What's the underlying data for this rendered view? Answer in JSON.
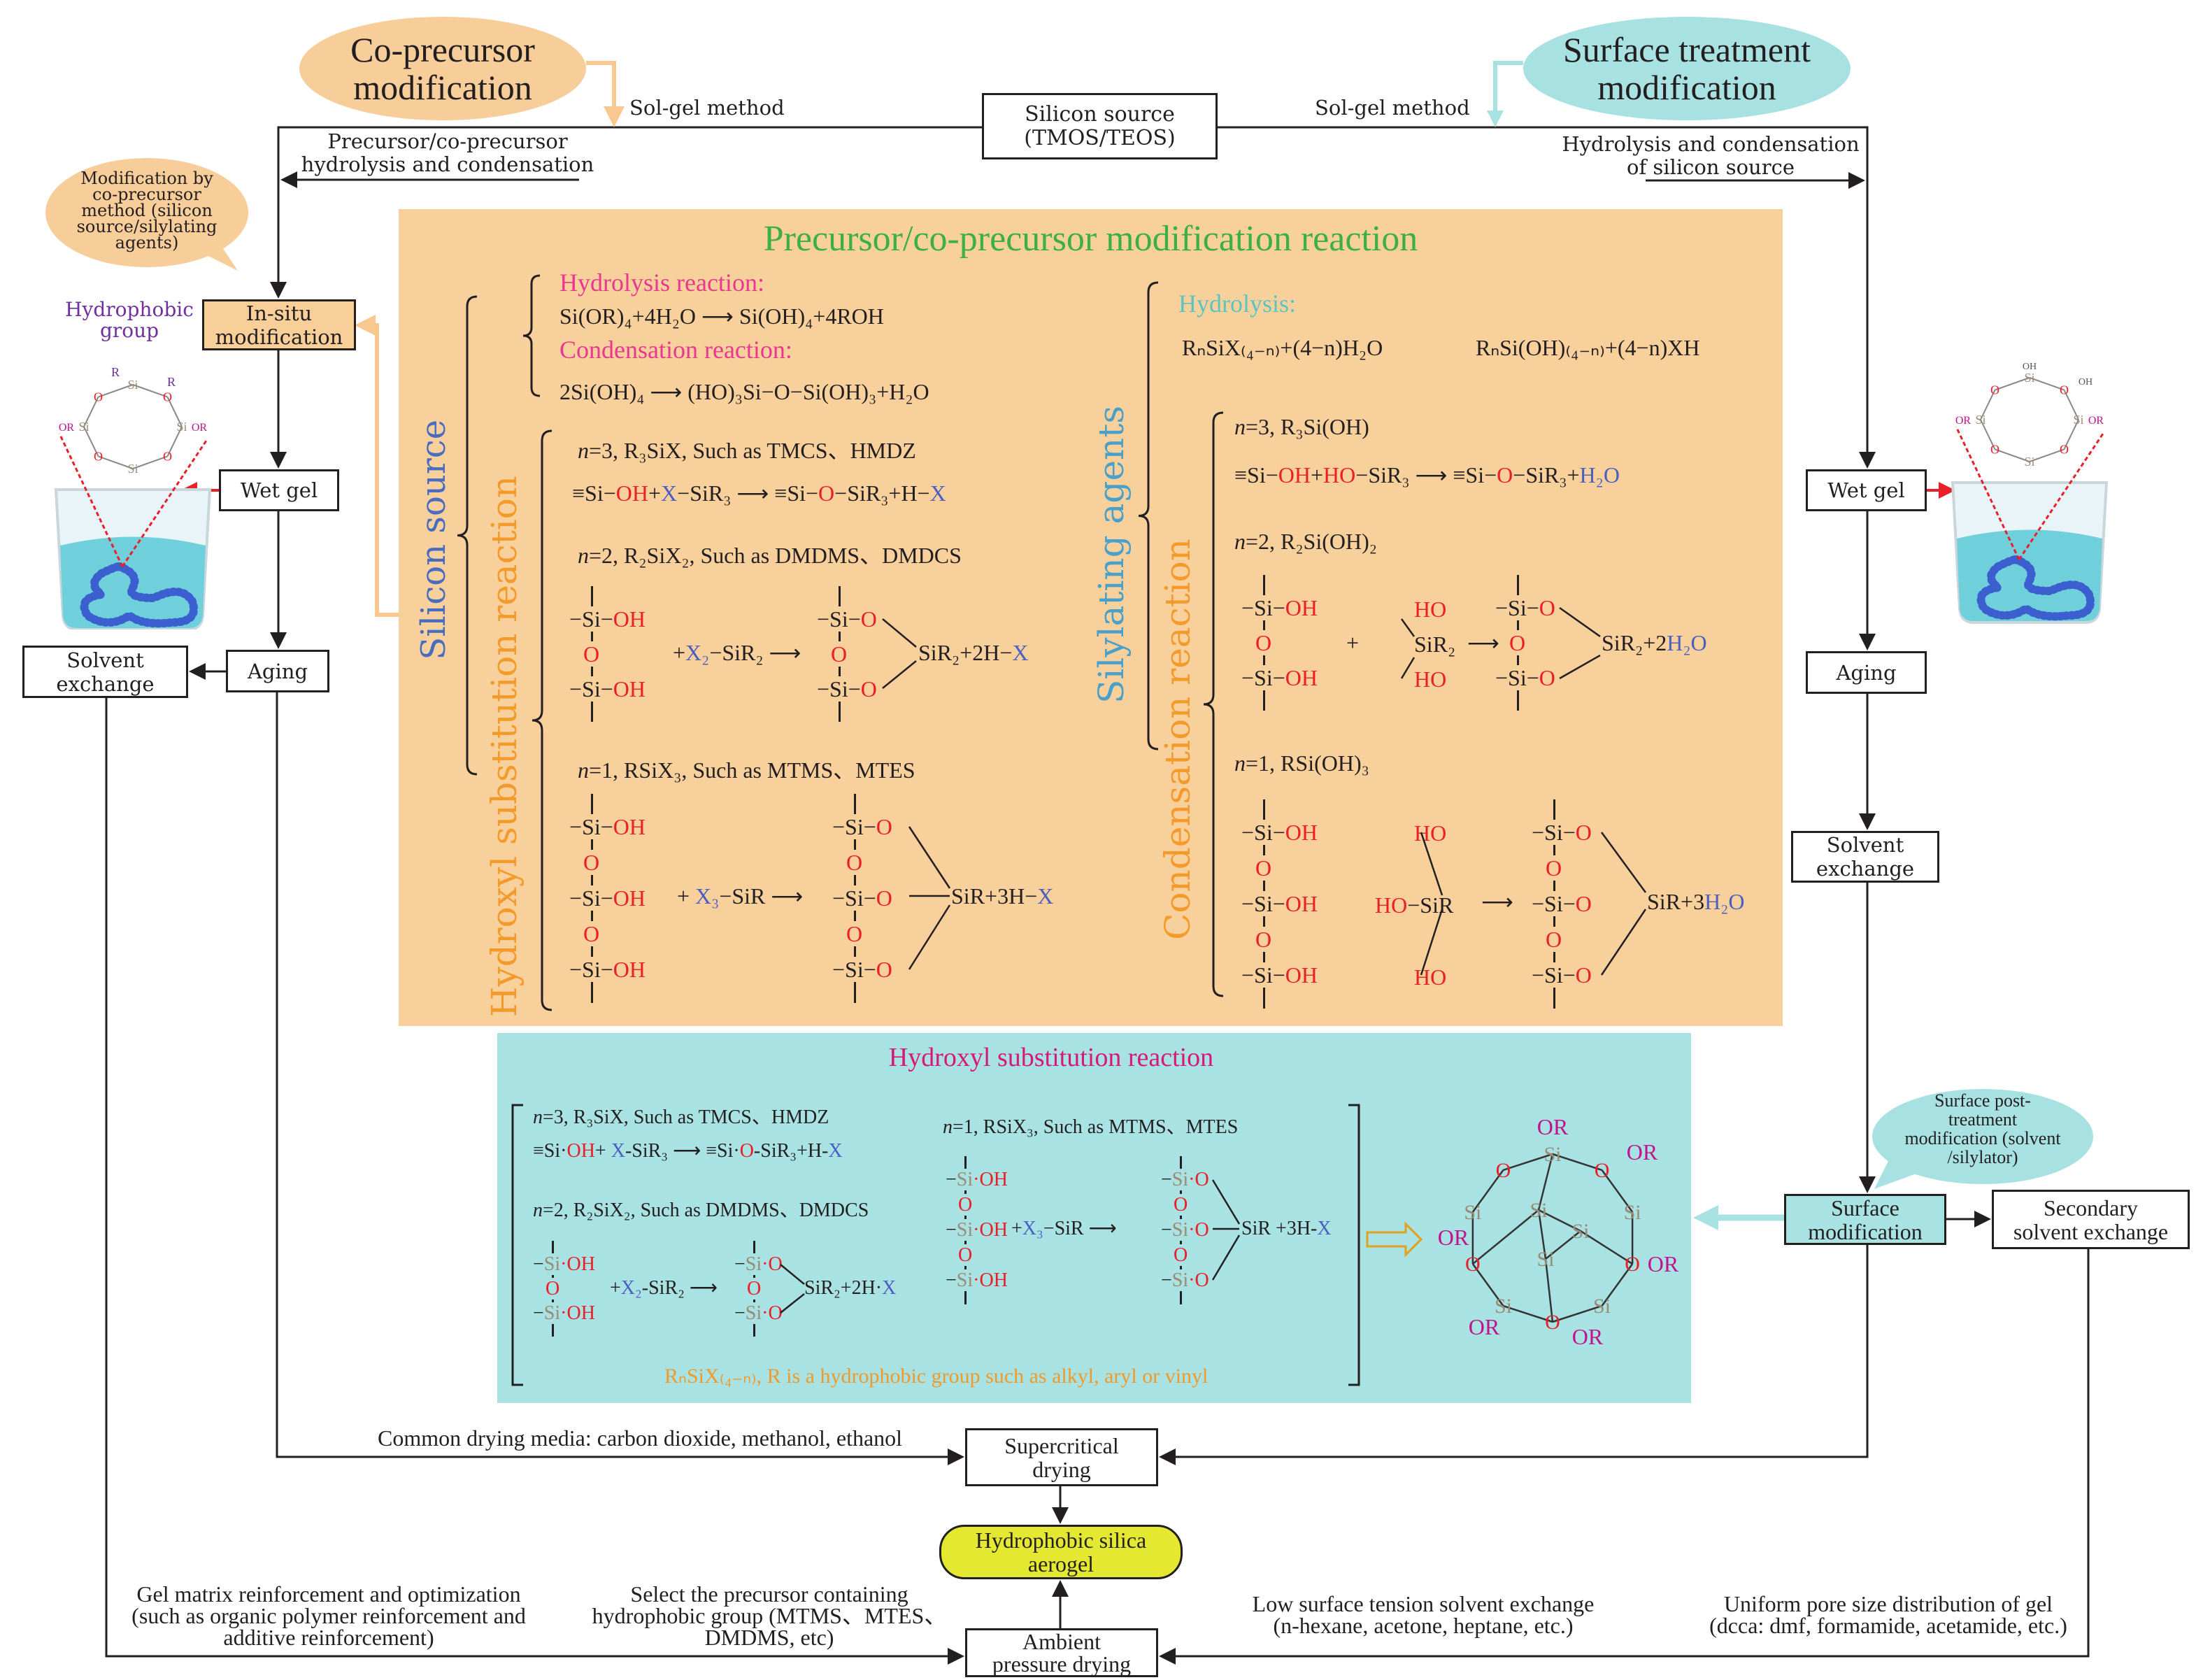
{
  "colors": {
    "orange_box": "#f8d09b",
    "cyan_box": "#a8e2e2",
    "aerogel": "#e5e830",
    "arrow_red": "#e8202a",
    "title_green": "#3cb043",
    "silicon_blue": "#4a6cc0",
    "hydroxyl_orange": "#f39a2a",
    "silylating_blue": "#4aa0c8",
    "pink": "#e6398f",
    "magenta": "#d6187a"
  },
  "flow": {
    "co_precursor_title": "Co-precursor\nmodification",
    "surface_title": "Surface treatment\nmodification",
    "silicon_source": "Silicon source\n(TMOS/TEOS)",
    "sol_gel_left": "Sol-gel method",
    "sol_gel_right": "Sol-gel method",
    "left_hydrolysis": "Precursor/co-precursor\nhydrolysis and condensation",
    "right_hydrolysis": "Hydrolysis and condensation\nof silicon source",
    "bubble_left": "Modification by\nco-precursor\nmethod (silicon\nsource/silylating\nagents)",
    "hydrophobic_group": "Hydrophobic\ngroup",
    "in_situ": "In-situ\nmodification",
    "wet_gel_left": "Wet gel",
    "aging_left": "Aging",
    "solvent_exchange_left": "Solvent\nexchange",
    "wet_gel_right": "Wet gel",
    "aging_right": "Aging",
    "solvent_exchange_right": "Solvent\nexchange",
    "bubble_right": "Surface post-\ntreatment\nmodification (solvent\n/silylator)",
    "surface_modification": "Surface\nmodification",
    "secondary": "Secondary\nsolvent exchange",
    "supercritical": "Supercritical\ndrying",
    "aerogel": "Hydrophobic silica\naerogel",
    "ambient": "Ambient\npressure drying",
    "drying_media": "Common drying media: carbon dioxide, methanol, ethanol",
    "gel_matrix": "Gel matrix reinforcement and optimization\n(such as organic polymer reinforcement and\nadditive reinforcement)",
    "select_precursor": "Select the precursor containing\nhydrophobic group (MTMS、MTES、\nDMDMS, etc)",
    "low_surface": "Low surface tension solvent exchange\n(n-hexane, acetone, heptane, etc.)",
    "uniform_pore": "Uniform pore size distribution of gel\n(dcca: dmf, formamide, acetamide, etc.)"
  },
  "molecule": {
    "r": "R",
    "si": "Si",
    "o": "O",
    "or": "OR",
    "oh": "OH"
  },
  "orange": {
    "title": "Precursor/co-precursor modification reaction",
    "silicon_source_label": "Silicon source",
    "hydroxyl_label": "Hydroxyl substitution reaction",
    "silylating_label": "Silylating agents",
    "condensation_label": "Condensation reaction",
    "hydrolysis_heading": "Hydrolysis reaction:",
    "hydrolysis_eq": [
      [
        "Si(OR)₄+4H₂O  ⟶  Si(OH)₄+4ROH",
        "k"
      ]
    ],
    "condensation_heading": "Condensation reaction:",
    "condensation_eq": [
      [
        "2Si(OH)₄ ⟶ (HO)₃Si−O−Si(OH)₃+H₂O",
        "k"
      ]
    ],
    "l_n3_label": [
      [
        "n",
        "i"
      ],
      [
        "=3, R₃SiX, Such as TMCS、HMDZ",
        "k"
      ]
    ],
    "l_n3_eq": [
      [
        "≡Si−",
        "k"
      ],
      [
        "OH",
        "r"
      ],
      [
        "+",
        "k"
      ],
      [
        "X",
        "b"
      ],
      [
        "−SiR₃  ⟶  ≡Si−",
        "k"
      ],
      [
        "O",
        "r"
      ],
      [
        "−SiR₃+H−",
        "k"
      ],
      [
        "X",
        "b"
      ]
    ],
    "l_n2_label": [
      [
        "n",
        "i"
      ],
      [
        "=2, R₂SiX₂, Such as DMDMS、DMDCS",
        "k"
      ]
    ],
    "l_n2_left": [
      [
        [
          "−Si−",
          "k"
        ],
        [
          "OH",
          "r"
        ]
      ],
      [
        [
          "O",
          "r"
        ]
      ],
      [
        [
          "−Si−",
          "k"
        ],
        [
          "OH",
          "r"
        ]
      ]
    ],
    "l_n2_reagent": [
      [
        "+",
        "k"
      ],
      [
        "X₂",
        "b"
      ],
      [
        "−SiR₂  ⟶",
        "k"
      ]
    ],
    "l_n2_right": [
      [
        [
          "−Si−",
          "k"
        ],
        [
          "O",
          "r"
        ]
      ],
      [
        [
          "O",
          "r"
        ]
      ],
      [
        [
          "−Si−",
          "k"
        ],
        [
          "O",
          "r"
        ]
      ]
    ],
    "l_n2_product": [
      [
        "SiR₂+2H−",
        "k"
      ],
      [
        "X",
        "b"
      ]
    ],
    "l_n1_label": [
      [
        "n",
        "i"
      ],
      [
        "=1, RSiX₃, Such as MTMS、MTES",
        "k"
      ]
    ],
    "l_n1_left": [
      [
        [
          "−Si−",
          "k"
        ],
        [
          "OH",
          "r"
        ]
      ],
      [
        [
          "O",
          "r"
        ]
      ],
      [
        [
          "−Si−",
          "k"
        ],
        [
          "OH",
          "r"
        ]
      ],
      [
        [
          "O",
          "r"
        ]
      ],
      [
        [
          "−Si−",
          "k"
        ],
        [
          "OH",
          "r"
        ]
      ]
    ],
    "l_n1_reagent": [
      [
        "+ ",
        "k"
      ],
      [
        "X₃",
        "b"
      ],
      [
        "−SiR  ⟶",
        "k"
      ]
    ],
    "l_n1_right": [
      [
        [
          "−Si−",
          "k"
        ],
        [
          "O",
          "r"
        ]
      ],
      [
        [
          "O",
          "r"
        ]
      ],
      [
        [
          "−Si−",
          "k"
        ],
        [
          "O",
          "r"
        ]
      ],
      [
        [
          "O",
          "r"
        ]
      ],
      [
        [
          "−Si−",
          "k"
        ],
        [
          "O",
          "r"
        ]
      ]
    ],
    "l_n1_product": [
      [
        "SiR+3H−",
        "k"
      ],
      [
        "X",
        "b"
      ]
    ],
    "r_hydrolysis_heading": "Hydrolysis:",
    "r_hyd_left": [
      [
        "RₙSiX₍₄₋ₙ₎+(4−n)H₂O",
        "k"
      ]
    ],
    "r_hyd_right": [
      [
        "RₙSi(OH)₍₄₋ₙ₎+(4−n)XH",
        "k"
      ]
    ],
    "r_n3_label": [
      [
        "n",
        "i"
      ],
      [
        "=3, R₃Si(OH)",
        "k"
      ]
    ],
    "r_n3_eq": [
      [
        "≡Si−",
        "k"
      ],
      [
        "OH",
        "r"
      ],
      [
        "+",
        "k"
      ],
      [
        "HO",
        "r"
      ],
      [
        "−SiR₃   ⟶   ≡Si−",
        "k"
      ],
      [
        "O",
        "r"
      ],
      [
        "−SiR₃+",
        "k"
      ],
      [
        "H₂O",
        "b"
      ]
    ],
    "r_n2_label": [
      [
        "n",
        "i"
      ],
      [
        "=2, R₂Si(OH)₂",
        "k"
      ]
    ],
    "r_n2_left": [
      [
        [
          "−Si−",
          "k"
        ],
        [
          "OH",
          "r"
        ]
      ],
      [
        [
          "O",
          "r"
        ]
      ],
      [
        [
          "−Si−",
          "k"
        ],
        [
          "OH",
          "r"
        ]
      ]
    ],
    "r_n2_plus": "+",
    "r_n2_reagent": [
      [
        [
          "HO",
          "r"
        ]
      ],
      [
        [
          "SiR₂",
          "k"
        ]
      ],
      [
        [
          "HO",
          "r"
        ]
      ]
    ],
    "r_n2_arrow": "⟶",
    "r_n2_right": [
      [
        [
          "−Si−",
          "k"
        ],
        [
          "O",
          "r"
        ]
      ],
      [
        [
          "O",
          "r"
        ]
      ],
      [
        [
          "−Si−",
          "k"
        ],
        [
          "O",
          "r"
        ]
      ]
    ],
    "r_n2_product": [
      [
        "SiR₂+2",
        "k"
      ],
      [
        "H₂O",
        "b"
      ]
    ],
    "r_n1_label": [
      [
        "n",
        "i"
      ],
      [
        "=1, RSi(OH)₃",
        "k"
      ]
    ],
    "r_n1_left": [
      [
        [
          "−Si−",
          "k"
        ],
        [
          "OH",
          "r"
        ]
      ],
      [
        [
          "O",
          "r"
        ]
      ],
      [
        [
          "−Si−",
          "k"
        ],
        [
          "OH",
          "r"
        ]
      ],
      [
        [
          "O",
          "r"
        ]
      ],
      [
        [
          "−Si−",
          "k"
        ],
        [
          "OH",
          "r"
        ]
      ]
    ],
    "r_n1_reagent": [
      [
        [
          "HO",
          "r"
        ]
      ],
      [
        [
          "HO",
          "r"
        ],
        [
          "−SiR",
          "k"
        ]
      ],
      [
        [
          "HO",
          "r"
        ]
      ]
    ],
    "r_n1_arrow": "⟶",
    "r_n1_right": [
      [
        [
          "−Si−",
          "k"
        ],
        [
          "O",
          "r"
        ]
      ],
      [
        [
          "O",
          "r"
        ]
      ],
      [
        [
          "−Si−",
          "k"
        ],
        [
          "O",
          "r"
        ]
      ],
      [
        [
          "O",
          "r"
        ]
      ],
      [
        [
          "−Si−",
          "k"
        ],
        [
          "O",
          "r"
        ]
      ]
    ],
    "r_n1_product": [
      [
        "SiR+3",
        "k"
      ],
      [
        "H₂O",
        "b"
      ]
    ]
  },
  "cyan": {
    "title": "Hydroxyl substitution reaction",
    "n3_label": [
      [
        "n",
        "i"
      ],
      [
        "=3, R₃SiX, Such as TMCS、HMDZ",
        "k"
      ]
    ],
    "n3_eq": [
      [
        "≡Si·",
        "k"
      ],
      [
        "OH",
        "r"
      ],
      [
        "+ ",
        "k"
      ],
      [
        "X",
        "b"
      ],
      [
        "-SiR₃ ⟶  ≡Si·",
        "k"
      ],
      [
        "O",
        "r"
      ],
      [
        "-SiR₃+H-",
        "k"
      ],
      [
        "X",
        "b"
      ]
    ],
    "n2_label": [
      [
        "n",
        "i"
      ],
      [
        "=2, R₂SiX₂, Such as DMDMS、DMDCS",
        "k"
      ]
    ],
    "n2_left": [
      [
        [
          "−",
          "k"
        ],
        [
          "Si",
          "g"
        ],
        [
          "·OH",
          "r"
        ]
      ],
      [
        [
          "O",
          "r"
        ]
      ],
      [
        [
          "−",
          "k"
        ],
        [
          "Si",
          "g"
        ],
        [
          "·OH",
          "r"
        ]
      ]
    ],
    "n2_reagent": [
      [
        "+",
        "k"
      ],
      [
        "X₂",
        "b"
      ],
      [
        "-SiR₂ ⟶",
        "k"
      ]
    ],
    "n2_right": [
      [
        [
          "−",
          "k"
        ],
        [
          "Si",
          "g"
        ],
        [
          "·O",
          "r"
        ]
      ],
      [
        [
          "O",
          "r"
        ]
      ],
      [
        [
          "−",
          "k"
        ],
        [
          "Si",
          "g"
        ],
        [
          "·O",
          "r"
        ]
      ]
    ],
    "n2_product": [
      [
        "SiR₂+2H·",
        "k"
      ],
      [
        "X",
        "b"
      ]
    ],
    "n1_label": [
      [
        "n",
        "i"
      ],
      [
        "=1, RSiX₃, Such as MTMS、MTES",
        "k"
      ]
    ],
    "n1_left": [
      [
        [
          "−",
          "k"
        ],
        [
          "Si",
          "g"
        ],
        [
          "·OH",
          "r"
        ]
      ],
      [
        [
          "O",
          "r"
        ]
      ],
      [
        [
          "−",
          "k"
        ],
        [
          "Si",
          "g"
        ],
        [
          "·OH",
          "r"
        ]
      ],
      [
        [
          "O",
          "r"
        ]
      ],
      [
        [
          "−",
          "k"
        ],
        [
          "Si",
          "g"
        ],
        [
          "·OH",
          "r"
        ]
      ]
    ],
    "n1_reagent": [
      [
        "+",
        "k"
      ],
      [
        "X₃",
        "b"
      ],
      [
        "−SiR ⟶",
        "k"
      ]
    ],
    "n1_right": [
      [
        [
          "−",
          "k"
        ],
        [
          "Si",
          "g"
        ],
        [
          "·O",
          "r"
        ]
      ],
      [
        [
          "O",
          "r"
        ]
      ],
      [
        [
          "−",
          "k"
        ],
        [
          "Si",
          "g"
        ],
        [
          "·O",
          "r"
        ]
      ],
      [
        [
          "O",
          "r"
        ]
      ],
      [
        [
          "−",
          "k"
        ],
        [
          "Si",
          "g"
        ],
        [
          "·O",
          "r"
        ]
      ]
    ],
    "n1_product": [
      [
        "SiR +3H-",
        "k"
      ],
      [
        "X",
        "b"
      ]
    ],
    "footnote": [
      [
        "RₙSiX₍₄₋ₙ₎, R is a hydrophobic group such as alkyl, aryl or vinyl",
        "o"
      ]
    ]
  }
}
